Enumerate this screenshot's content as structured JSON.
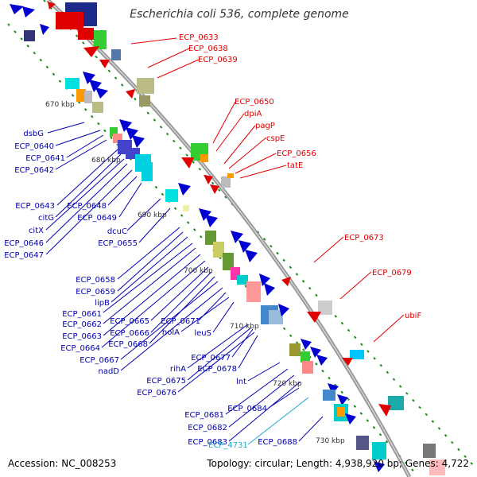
{
  "title": "Escherichia coli 536, complete genome",
  "accession": "Accession: NC_008253",
  "topology": "Topology: circular; Length: 4,938,920 bp; Genes: 4,722",
  "ticks": [
    "670 kbp",
    "680 kbp",
    "690 kbp",
    "700 kbp",
    "710 kbp",
    "720 kbp",
    "730 kbp"
  ],
  "top_labels": [
    "ECP_0633",
    "ECP_0638",
    "ECP_0639",
    "ECP_0650",
    "dpiA",
    "pagP",
    "cspE",
    "ECP_0656",
    "tatE",
    "ECP_0673",
    "ECP_0679",
    "ubiF"
  ],
  "bottom_labels": [
    "dsbG",
    "ECP_0640",
    "ECP_0641",
    "ECP_0642",
    "ECP_0643",
    "citG",
    "citX",
    "ECP_0646",
    "ECP_0647",
    "ECP_0648",
    "ECP_0649",
    "dcuC",
    "ECP_0655",
    "ECP_0658",
    "ECP_0659",
    "lipB",
    "ECP_0661",
    "ECP_0662",
    "ECP_0663",
    "ECP_0664",
    "ECP_0665",
    "ECP_0666",
    "ECP_0668",
    "ECP_0667",
    "nadD",
    "ECP_0671",
    "holA",
    "leuS",
    "ECP_0677",
    "ECP_0678",
    "rihA",
    "ECP_0675",
    "ECP_0676",
    "lnt",
    "ECP_0681",
    "ECP_0682",
    "ECP_0683",
    "ECP_0684",
    "ECP_4731",
    "ECP_0688"
  ],
  "colors": {
    "plus_strand": "#e00000",
    "minus_strand": "#0000d0",
    "backbone": "#999999",
    "rna": "#1aaad0"
  }
}
